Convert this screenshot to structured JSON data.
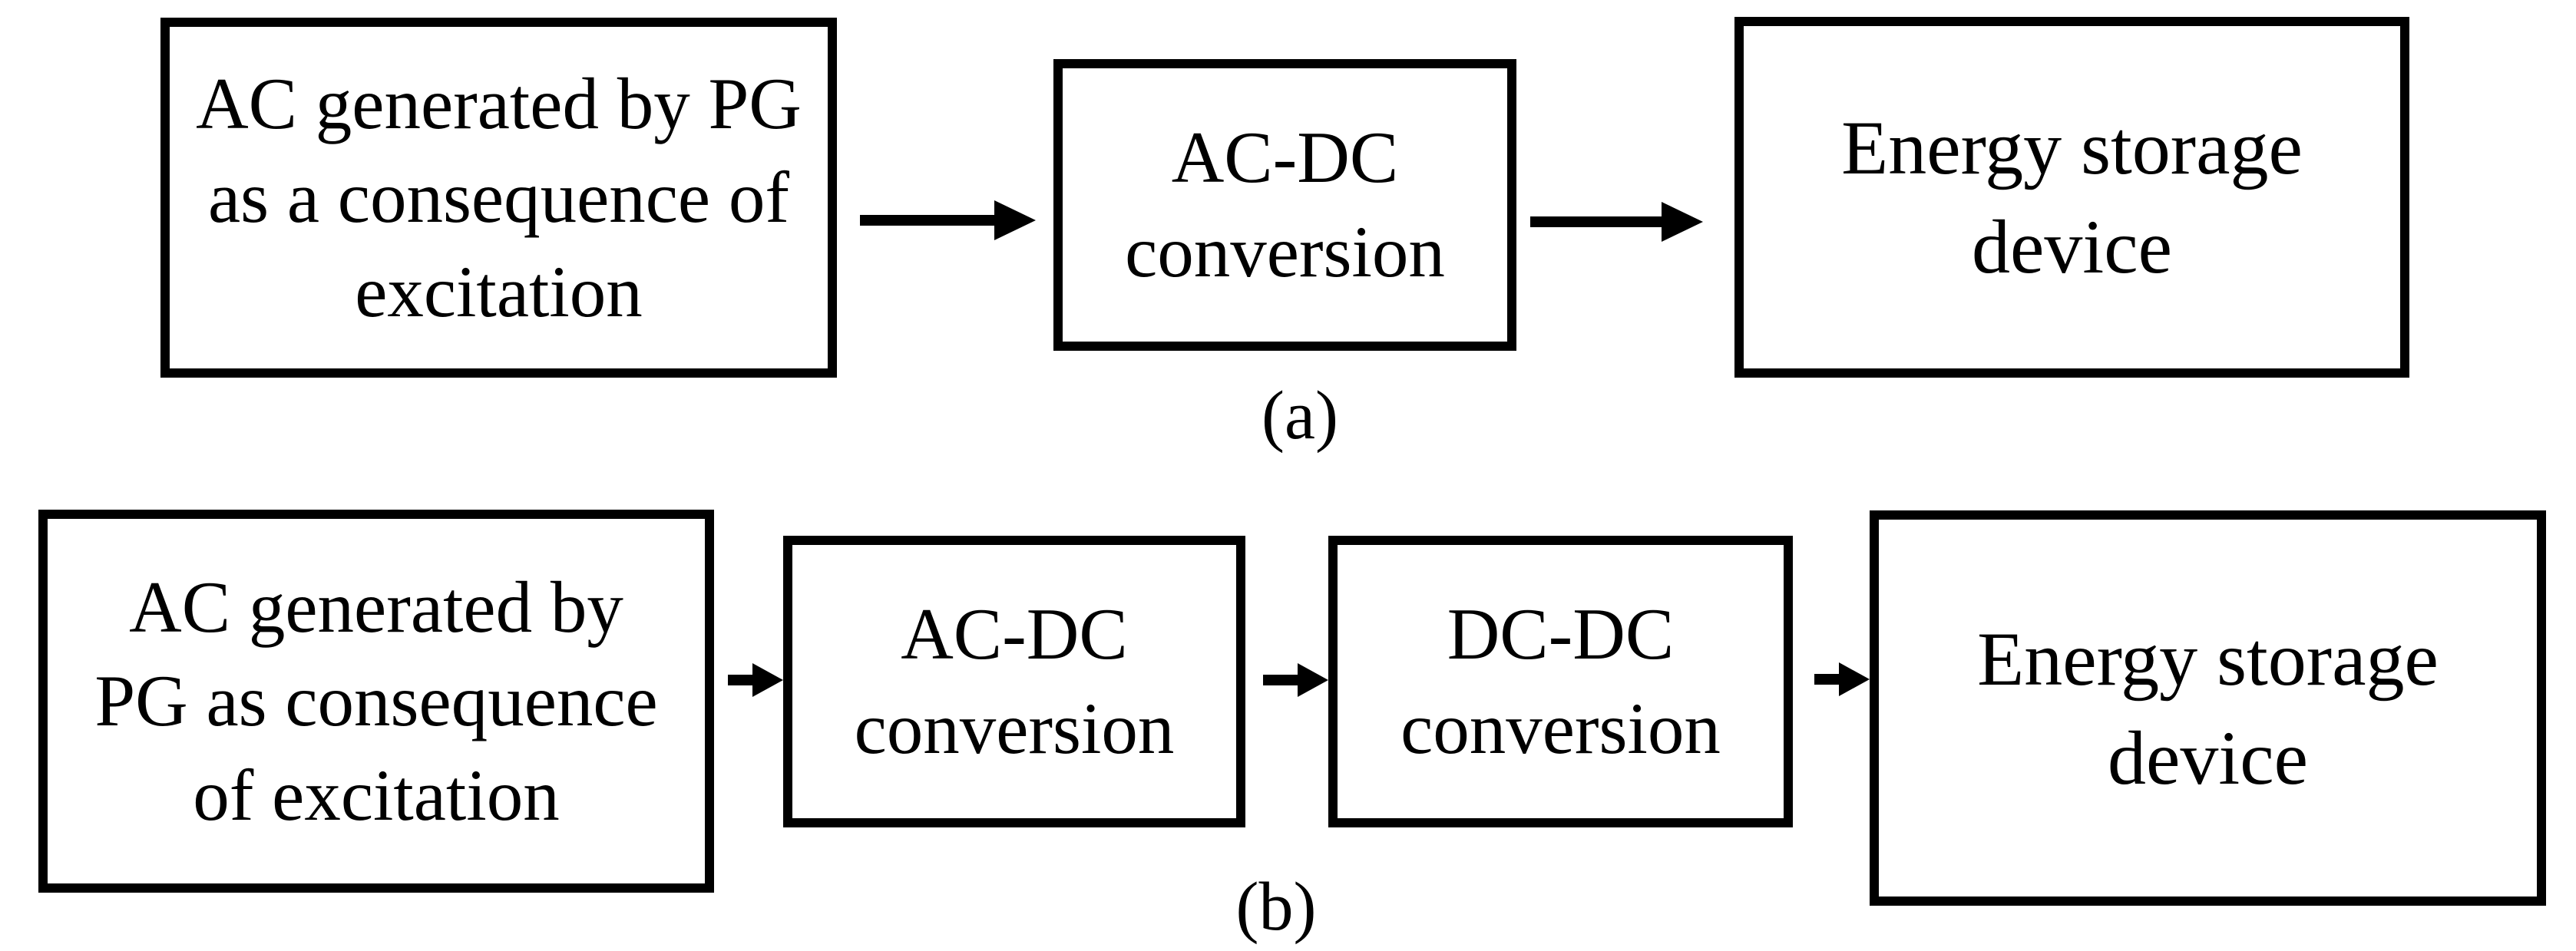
{
  "figure": {
    "rows": [
      {
        "label": "(a)",
        "boxes": [
          {
            "lines": [
              "AC generated by PG",
              "as a consequence of",
              "excitation"
            ]
          },
          {
            "lines": [
              "AC-DC",
              "conversion"
            ]
          },
          {
            "lines": [
              "Energy storage",
              "device"
            ]
          }
        ]
      },
      {
        "label": "(b)",
        "boxes": [
          {
            "lines": [
              "AC generated by",
              "PG as consequence",
              "of excitation"
            ]
          },
          {
            "lines": [
              "AC-DC",
              "conversion"
            ]
          },
          {
            "lines": [
              "DC-DC",
              "conversion"
            ]
          },
          {
            "lines": [
              "Energy storage",
              "device"
            ]
          }
        ]
      }
    ]
  },
  "colors": {
    "ink": "#000000",
    "background": "#ffffff"
  }
}
